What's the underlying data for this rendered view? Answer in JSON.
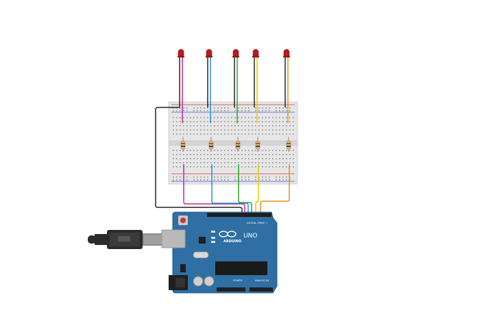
{
  "board": {
    "brand_label": "ARDUINO",
    "model_label": "UNO",
    "digital_label": "DIGITAL (PWM~)",
    "power_label": "POWER",
    "analog_label": "ANALOG IN"
  },
  "leds": [
    {
      "id": "led-1",
      "wire_color": "#c8229a"
    },
    {
      "id": "led-2",
      "wire_color": "#1e90d6"
    },
    {
      "id": "led-3",
      "wire_color": "#2aa52a"
    },
    {
      "id": "led-4",
      "wire_color": "#e8c800"
    },
    {
      "id": "led-5",
      "wire_color": "#f08c1a"
    }
  ],
  "colors": {
    "led_red": "#b81c1c",
    "board_blue": "#2f6fa3",
    "breadboard": "#e6e6e6",
    "ground_wire": "#222222",
    "usb_plug": "#2b2b2b",
    "rail_red": "#d13b3b",
    "rail_blue": "#3b5bd1"
  },
  "icons": {
    "breadboard": "breadboard-icon",
    "arduino": "arduino-uno-board-icon",
    "usb": "usb-cable-icon",
    "led": "led-icon",
    "resistor": "resistor-icon"
  }
}
